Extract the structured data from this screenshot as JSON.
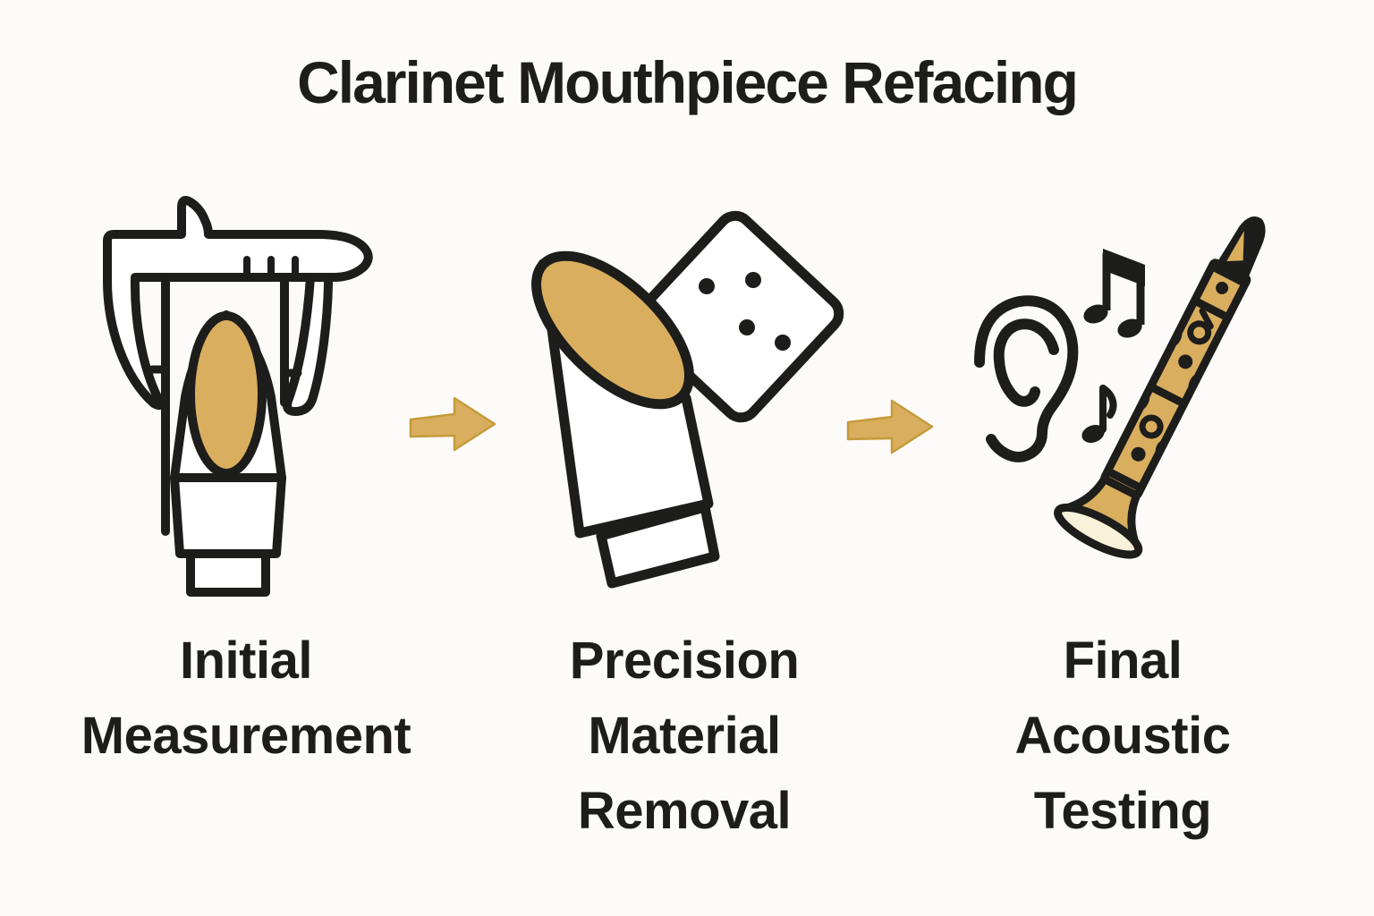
{
  "title": "Clarinet Mouthpiece Refacing",
  "colors": {
    "background": "#fcfbf9",
    "ink": "#1d1d1b",
    "gold": "#d9ae5e",
    "gold_dark": "#c59a3a",
    "cream": "#f7f2d9",
    "white": "#ffffff"
  },
  "steps": [
    {
      "id": "initial-measurement",
      "label_lines": [
        "Initial",
        "Measurement"
      ],
      "icon": "caliper-measuring-mouthpiece"
    },
    {
      "id": "precision-material-removal",
      "label_lines": [
        "Precision",
        "Material",
        "Removal"
      ],
      "icon": "mouthpiece-with-sandpaper"
    },
    {
      "id": "final-acoustic-testing",
      "label_lines": [
        "Final",
        "Acoustic",
        "Testing"
      ],
      "icon": "ear-music-notes-clarinet"
    }
  ],
  "connectors": [
    {
      "icon": "right-arrow"
    },
    {
      "icon": "right-arrow"
    }
  ]
}
